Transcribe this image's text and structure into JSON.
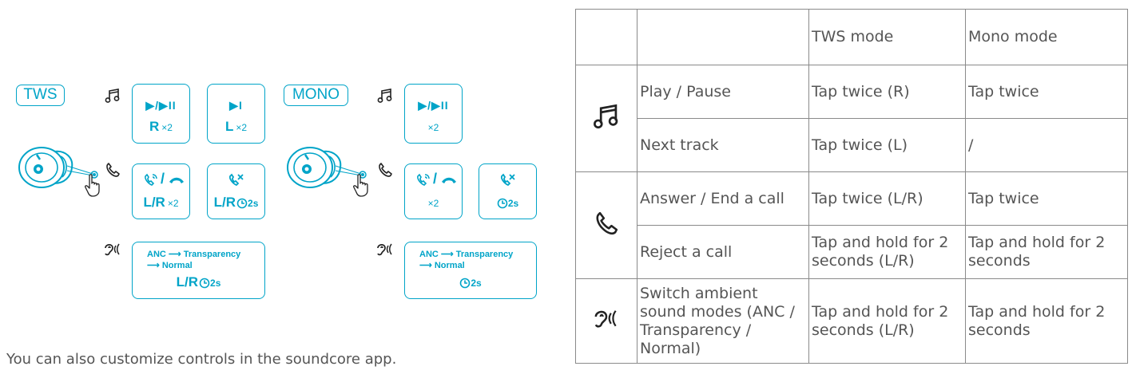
{
  "diagram": {
    "tws_badge": "TWS",
    "mono_badge": "MONO",
    "tws_cards": {
      "play_pause": {
        "glyph": "▶/▶II",
        "side": "R",
        "mult": "×2"
      },
      "next_track": {
        "glyph": "▶I",
        "side": "L",
        "mult": "×2"
      },
      "answer_end": {
        "side": "L/R",
        "mult": "×2"
      },
      "reject": {
        "side": "L/R",
        "duration": "2s"
      },
      "ambient": {
        "line1_from": "ANC",
        "line1_to": "Transparency",
        "line2": "Normal",
        "side": "L/R",
        "duration": "2s"
      }
    },
    "mono_cards": {
      "play_pause": {
        "glyph": "▶/▶II",
        "mult": "×2"
      },
      "answer_end": {
        "mult": "×2"
      },
      "reject": {
        "duration": "2s"
      },
      "ambient": {
        "line1_from": "ANC",
        "line1_to": "Transparency",
        "line2": "Normal",
        "duration": "2s"
      }
    },
    "icons": [
      "music-note-icon",
      "phone-icon",
      "ear-icon",
      "earbud-icon",
      "hand-tap-icon",
      "timer-icon"
    ],
    "accent_color": "#00a4c8"
  },
  "note": "You can also customize controls in the soundcore app.",
  "table": {
    "headers": [
      "",
      "",
      "TWS mode",
      "Mono mode"
    ],
    "rows": [
      {
        "action": "Play / Pause",
        "tws": "Tap twice (R)",
        "mono": "Tap twice"
      },
      {
        "action": "Next track",
        "tws": "Tap twice (L)",
        "mono": "/"
      },
      {
        "action": "Answer / End a call",
        "tws": "Tap twice (L/R)",
        "mono": "Tap twice"
      },
      {
        "action": "Reject a call",
        "tws": "Tap and hold for 2 seconds (L/R)",
        "mono": "Tap and hold for 2 seconds"
      },
      {
        "action": "Switch ambient sound modes (ANC / Transparency / Normal)",
        "tws": "Tap and hold for 2 seconds (L/R)",
        "mono": "Tap and hold for 2 seconds"
      }
    ]
  }
}
